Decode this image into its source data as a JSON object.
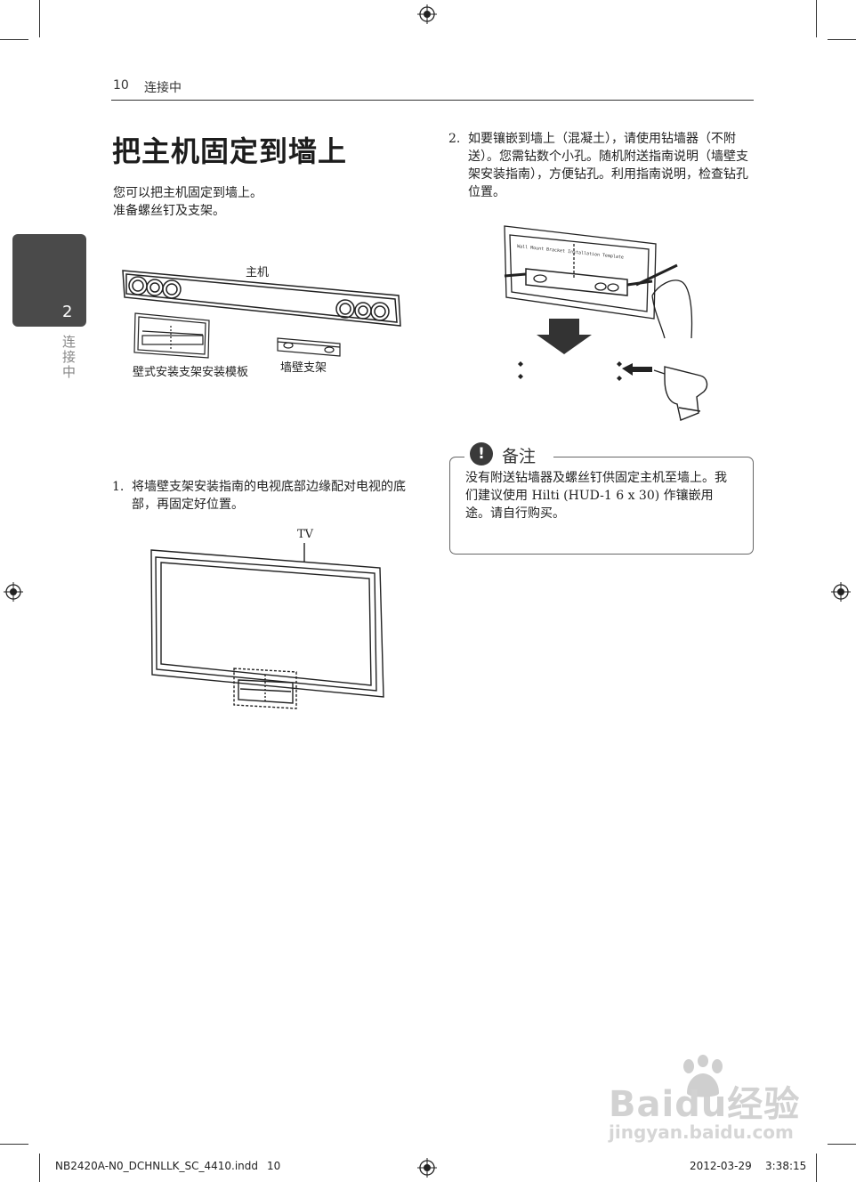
{
  "header": {
    "page_number": "10",
    "chapter": "连接中"
  },
  "side_tab": {
    "number": "2",
    "label": "连接中"
  },
  "title": "把主机固定到墙上",
  "intro": {
    "line1": "您可以把主机固定到墙上。",
    "line2": "准备螺丝钉及支架。"
  },
  "figure1": {
    "main_unit_label": "主机",
    "template_label": "壁式安装支架安装模板",
    "bracket_label": "墙壁支架"
  },
  "step1": {
    "number": "1.",
    "text": "将墙壁支架安装指南的电视底部边缘配对电视的底部，再固定好位置。"
  },
  "tv_label": "TV",
  "step2": {
    "number": "2.",
    "text": "如要镶嵌到墙上（混凝土），请使用钻墙器（不附送）。您需钻数个小孔。随机附送指南说明（墙壁支架安装指南），方便钻孔。利用指南说明，检查钻孔位置。"
  },
  "template_caption": "Wall Mount Bracket Installation Template",
  "note": {
    "icon": "!",
    "title": "备注",
    "text": "没有附送钻墙器及螺丝钉供固定主机至墙上。我们建议使用 Hilti (HUD-1 6 x 30) 作镶嵌用途。请自行购买。"
  },
  "footer": {
    "file": "NB2420A-N0_DCHNLLK_SC_4410.indd",
    "page": "10",
    "date": "2012-03-29",
    "time": "3:38:15"
  },
  "watermark": {
    "brand": "Baidu经验",
    "url": "jingyan.baidu.com"
  }
}
